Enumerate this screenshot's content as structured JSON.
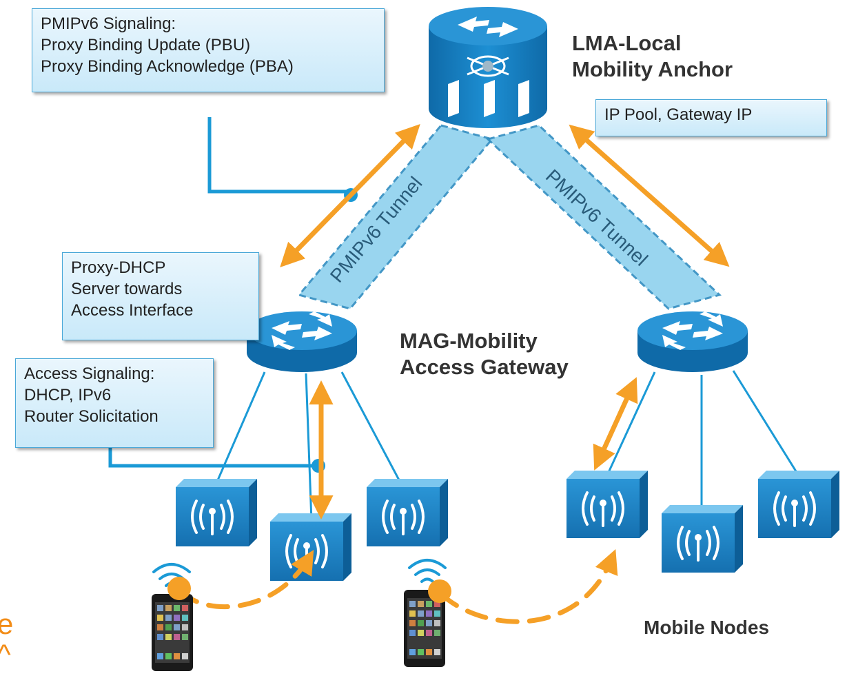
{
  "callouts": {
    "pmip_signaling": [
      "PMIPv6 Signaling:",
      "Proxy Binding Update (PBU)",
      "Proxy Binding Acknowledge (PBA)"
    ],
    "ip_pool": [
      "IP Pool, Gateway IP"
    ],
    "proxy_dhcp": [
      "Proxy-DHCP",
      "Server  towards",
      "Access Interface"
    ],
    "access_signaling": [
      "Access Signaling:",
      "DHCP, IPv6",
      "Router Solicitation"
    ]
  },
  "labels": {
    "lma": [
      "LMA-Local",
      "Mobility Anchor"
    ],
    "mag": [
      "MAG-Mobility",
      "Access Gateway"
    ],
    "mobile_nodes": "Mobile Nodes"
  },
  "tunnels": {
    "left": "PMIPv6 Tunnel",
    "right": "PMIPv6 Tunnel"
  },
  "side_text": [
    "e",
    "^"
  ],
  "colors": {
    "accent_orange": "#f5a027",
    "device_blue": "#1a7fc0",
    "line_blue": "#1b9ad6",
    "tunnel_fill": "#8fd1ee",
    "tunnel_border": "#2f8cc0"
  }
}
